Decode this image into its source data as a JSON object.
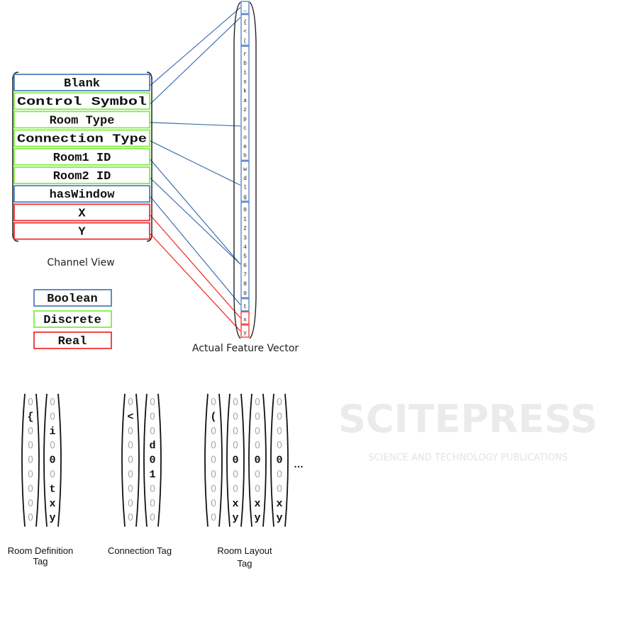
{
  "watermark": {
    "primary": "SCITEPRESS",
    "secondary": "SCIENCE AND TECHNOLOGY PUBLICATIONS"
  },
  "colors": {
    "boolean": "#4f7fbf",
    "discrete": "#80ee44",
    "real": "#ee3333",
    "connector_blue": "#3f6fb0",
    "connector_red": "#ee2222",
    "zero_gray": "#aaaaaa"
  },
  "channel_view": {
    "caption": "Channel View",
    "channels": [
      {
        "label": "Blank",
        "type": "boolean",
        "target_group": 0
      },
      {
        "label": "Control Symbol",
        "type": "discrete",
        "target_group": 1
      },
      {
        "label": "Room Type",
        "type": "discrete",
        "target_group": 2
      },
      {
        "label": "Connection Type",
        "type": "discrete",
        "target_group": 3
      },
      {
        "label": "Room1 ID",
        "type": "discrete",
        "target_group": 4
      },
      {
        "label": "Room2 ID",
        "type": "discrete",
        "target_group": 4
      },
      {
        "label": "hasWindow",
        "type": "boolean",
        "target_group": 5
      },
      {
        "label": "X",
        "type": "real",
        "target_group": 6
      },
      {
        "label": "Y",
        "type": "real",
        "target_group": 7
      }
    ]
  },
  "legend": {
    "items": [
      {
        "label": "Boolean",
        "type": "boolean"
      },
      {
        "label": "Discrete",
        "type": "discrete"
      },
      {
        "label": "Real",
        "type": "real"
      }
    ]
  },
  "feature_vector": {
    "caption": "Actual Feature Vector",
    "groups": [
      {
        "type": "boolean",
        "symbols": [
          "_"
        ]
      },
      {
        "type": "boolean",
        "symbols": [
          "{",
          "<",
          "("
        ]
      },
      {
        "type": "boolean",
        "symbols": [
          "r",
          "b",
          "i",
          "s",
          "k",
          "a",
          "z",
          "p",
          "c",
          "o",
          "e",
          "h"
        ]
      },
      {
        "type": "boolean",
        "symbols": [
          "w",
          "d",
          "l",
          "g"
        ]
      },
      {
        "type": "boolean",
        "symbols": [
          "0",
          "1",
          "2",
          "3",
          "4",
          "5",
          "6",
          "7",
          "8",
          "9"
        ]
      },
      {
        "type": "boolean",
        "symbols": [
          "t"
        ]
      },
      {
        "type": "real",
        "symbols": [
          "x"
        ]
      },
      {
        "type": "real",
        "symbols": [
          "y"
        ]
      }
    ]
  },
  "tags": [
    {
      "caption": "Room Definition Tag",
      "caption_lines": [
        "Room Definition",
        "Tag"
      ],
      "vectors": [
        [
          "0",
          "{",
          "0",
          "0",
          "0",
          "0",
          "0",
          "0",
          "0"
        ],
        [
          "0",
          "0",
          "i",
          "0",
          "0",
          "0",
          "t",
          "x",
          "y"
        ]
      ],
      "active": [
        [
          false,
          true,
          false,
          false,
          false,
          false,
          false,
          false,
          false
        ],
        [
          false,
          false,
          true,
          false,
          true,
          false,
          true,
          true,
          true
        ]
      ],
      "ellipsis": ""
    },
    {
      "caption": "Connection Tag",
      "caption_lines": [
        "Connection Tag"
      ],
      "vectors": [
        [
          "0",
          "<",
          "0",
          "0",
          "0",
          "0",
          "0",
          "0",
          "0"
        ],
        [
          "0",
          "0",
          "0",
          "d",
          "0",
          "1",
          "0",
          "0",
          "0"
        ]
      ],
      "active": [
        [
          false,
          true,
          false,
          false,
          false,
          false,
          false,
          false,
          false
        ],
        [
          false,
          false,
          false,
          true,
          true,
          true,
          false,
          false,
          false
        ]
      ],
      "ellipsis": ""
    },
    {
      "caption": "Room Layout Tag",
      "caption_lines": [
        "Room Layout",
        "Tag"
      ],
      "vectors": [
        [
          "0",
          "(",
          "0",
          "0",
          "0",
          "0",
          "0",
          "0",
          "0"
        ],
        [
          "0",
          "0",
          "0",
          "0",
          "0",
          "0",
          "0",
          "x",
          "y"
        ],
        [
          "0",
          "0",
          "0",
          "0",
          "0",
          "0",
          "0",
          "x",
          "y"
        ],
        [
          "0",
          "0",
          "0",
          "0",
          "0",
          "0",
          "0",
          "x",
          "y"
        ]
      ],
      "active": [
        [
          false,
          true,
          false,
          false,
          false,
          false,
          false,
          false,
          false
        ],
        [
          false,
          false,
          false,
          false,
          true,
          false,
          false,
          true,
          true
        ],
        [
          false,
          false,
          false,
          false,
          true,
          false,
          false,
          true,
          true
        ],
        [
          false,
          false,
          false,
          false,
          true,
          false,
          false,
          true,
          true
        ]
      ],
      "ellipsis": "…"
    }
  ]
}
